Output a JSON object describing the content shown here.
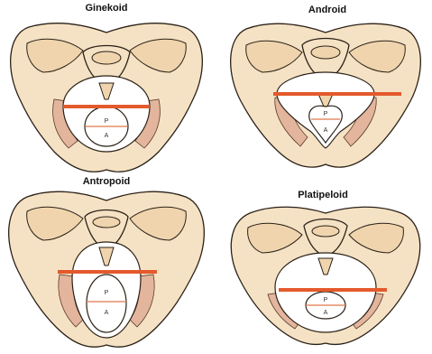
{
  "panels": [
    {
      "title": "Ginekoid",
      "label_p": "P",
      "label_a": "A"
    },
    {
      "title": "Android",
      "label_p": "P",
      "label_a": "A"
    },
    {
      "title": "Antropoid",
      "label_p": "P",
      "label_a": "A"
    },
    {
      "title": "Platipeloid",
      "label_p": "P",
      "label_a": "A"
    }
  ]
}
